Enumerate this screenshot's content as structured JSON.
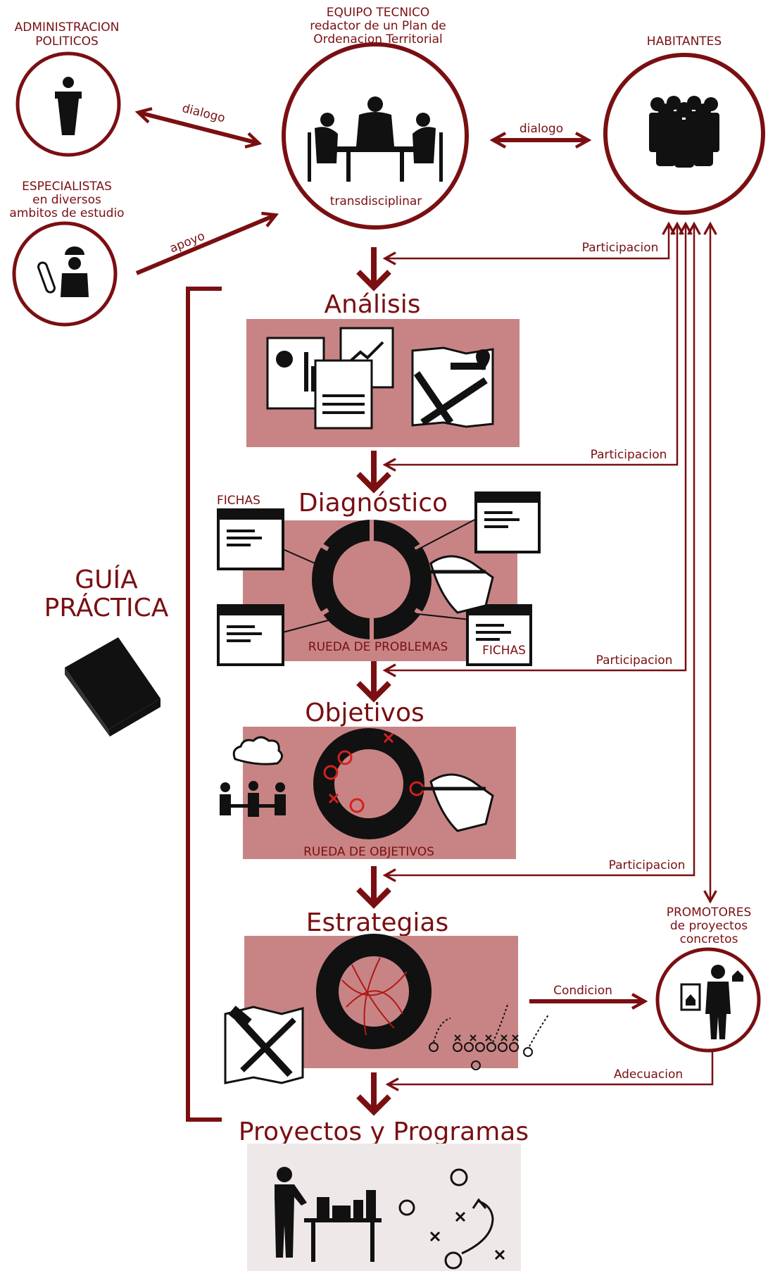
{
  "actors": {
    "administracion": [
      "ADMINISTRACION",
      "POLITICOS"
    ],
    "equipo": [
      "EQUIPO TECNICO",
      "redactor de un Plan de",
      "Ordenacion Territorial"
    ],
    "equipo_caption": "transdisciplinar",
    "habitantes": "HABITANTES",
    "especialistas": [
      "ESPECIALISTAS",
      "en diversos",
      "ambitos de estudio"
    ],
    "promotores": [
      "PROMOTORES",
      "de proyectos",
      "concretos"
    ]
  },
  "arrows": {
    "dialogo_left": "dialogo",
    "dialogo_right": "dialogo",
    "apoyo": "apoyo",
    "participacion": "Participacion",
    "condicion": "Condicion",
    "adecuacion": "Adecuacion"
  },
  "stages": {
    "analisis": "Análisis",
    "diagnostico": "Diagnóstico",
    "objetivos": "Objetivos",
    "estrategias": "Estrategias",
    "proyectos": "Proyectos y Programas"
  },
  "captions": {
    "fichas": "FICHAS",
    "rueda_problemas": "RUEDA DE PROBLEMAS",
    "rueda_objetivos": "RUEDA DE OBJETIVOS"
  },
  "guide": [
    "GUÍA",
    "PRÁCTICA"
  ],
  "colors": {
    "accent": "#7a0f12",
    "panel": "#c88484",
    "panel_light": "#efe8e8",
    "ink": "#111111"
  }
}
